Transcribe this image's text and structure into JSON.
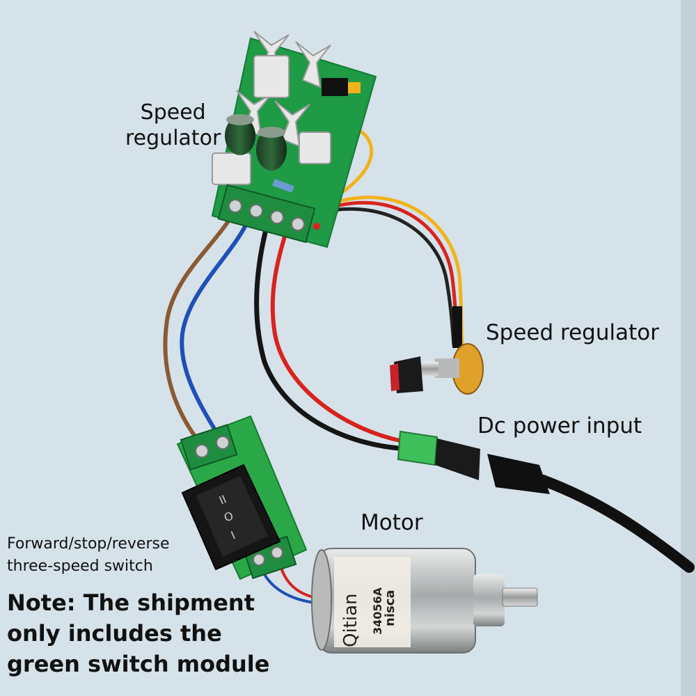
{
  "labels": {
    "speed_regulator_board": [
      "Speed",
      "regulator"
    ],
    "speed_regulator_knob": "Speed regulator",
    "dc_power_input": "Dc power input",
    "motor": "Motor",
    "switch_lines": [
      "Forward/stop/reverse",
      "three-speed switch"
    ],
    "note_lines": [
      "Note: The shipment",
      "only includes the",
      "green switch module"
    ]
  },
  "motor_markings": {
    "brand": "Qitian",
    "model": "34056A",
    "make": "nisca"
  },
  "colors": {
    "background": "#d6e2ea",
    "pcb_green": "#1f9a45",
    "wire_red": "#d8231e",
    "wire_yellow": "#f2b21a",
    "wire_blue": "#1f4fb8",
    "wire_brown": "#8a5a32",
    "wire_black": "#151515"
  }
}
